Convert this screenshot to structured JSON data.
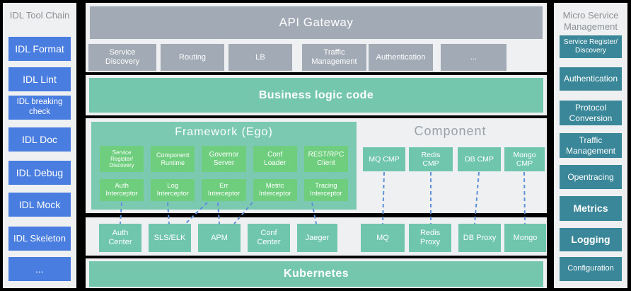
{
  "left_sidebar": {
    "title": "IDL Tool Chain",
    "items": [
      "IDL Format",
      "IDL Lint",
      "IDL breaking\ncheck",
      "IDL Doc",
      "IDL Debug",
      "IDL Mock",
      "IDL Skeleton",
      "..."
    ]
  },
  "right_sidebar": {
    "title": "Micro Service\nManagement",
    "items": [
      "Service Register/\nDiscovery",
      "Authentication",
      "Protocol\nConversion",
      "Traffic\nManagement",
      "Opentracing",
      "Metrics",
      "Logging",
      "Configuration"
    ]
  },
  "api_gateway": {
    "title": "API Gateway",
    "features": [
      "Service\nDiscovery",
      "Routing",
      "LB",
      "Traffic\nManagement",
      "Authentication",
      "..."
    ]
  },
  "business_logic": {
    "title": "Business logic code"
  },
  "framework": {
    "title": "Framework (Ego)",
    "modules": [
      "Service\nRegister/\nDiscovery",
      "Component\nRuntime",
      "Governor\nServer",
      "Conf\nLoader",
      "REST/RPC\nClient"
    ],
    "interceptors": [
      "Auth\nInterceptor",
      "Log\nInterceptor",
      "Err\nInterceptor",
      "Metric\nInterceptor",
      "Tracing\nInterceptor"
    ]
  },
  "component": {
    "title": "Component",
    "items": [
      "MQ CMP",
      "Redis\nCMP",
      "DB CMP",
      "Mongo\nCMP"
    ]
  },
  "infrastructure": {
    "items": [
      "Auth\nCenter",
      "SLS/ELK",
      "APM",
      "Conf\nCenter",
      "Jaeger",
      "MQ",
      "Redis\nProxy",
      "DB Proxy",
      "Mongo"
    ]
  },
  "kubernetes": {
    "title": "Kubernetes"
  },
  "colors": {
    "background": "#000000",
    "panel": "#eff0f1",
    "gray_bar": "#a2abb5",
    "teal_bar": "#74c7ad",
    "framework_panel": "#7cc9b1",
    "green_box": "#6ece7d",
    "teal_box": "#6fc6ad",
    "blue_button": "#4a7de0",
    "dark_teal_button": "#3a8799",
    "heading_text": "#8b9095",
    "component_text": "#9aa2aa",
    "connector": "#5d90d6"
  }
}
